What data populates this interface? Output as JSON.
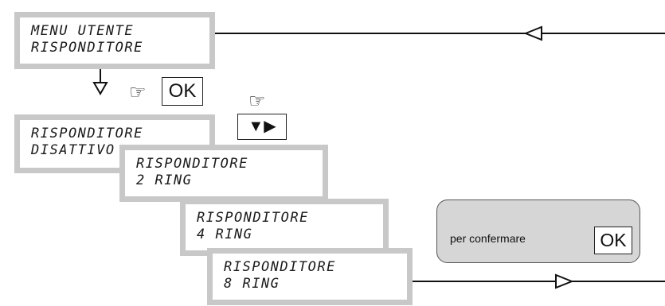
{
  "screens": {
    "menu": {
      "line1": "MENU UTENTE",
      "line2": "RISPONDITORE"
    },
    "disabled": {
      "line1": "RISPONDITORE",
      "line2": "DISATTIVO"
    },
    "ring2": {
      "line1": "RISPONDITORE",
      "line2": "2 RING"
    },
    "ring4": {
      "line1": "RISPONDITORE",
      "line2": "4 RING"
    },
    "ring8": {
      "line1": "RISPONDITORE",
      "line2": "8 RING"
    }
  },
  "keys": {
    "ok_label": "OK",
    "arrows_label": "▼▶",
    "hand_symbol": "☞"
  },
  "confirm": {
    "label": "per confermare",
    "ok_label": "OK"
  },
  "colors": {
    "lcd_border": "#c8c8c8",
    "panel_fill": "#d6d6d6",
    "line": "#111111"
  }
}
